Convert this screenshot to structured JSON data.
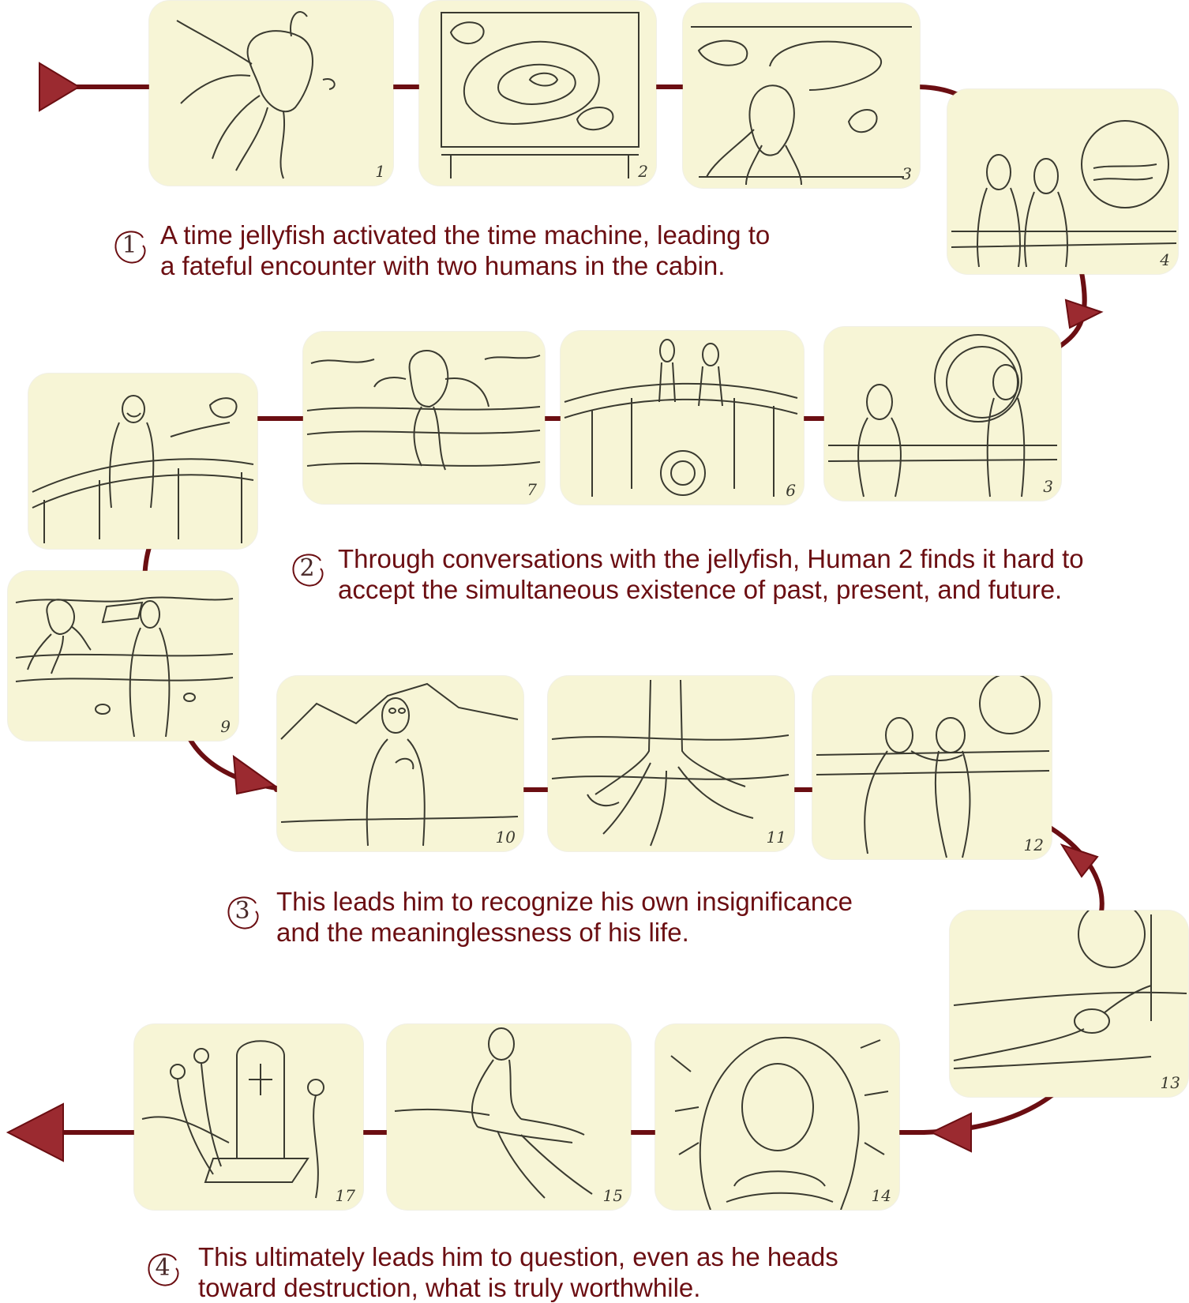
{
  "colors": {
    "flow_line": "#6b0e12",
    "arrow": "#9b2a30",
    "panel_bg": "#f7f5d6",
    "caption": "#6b0e12"
  },
  "panels": [
    {
      "number": "1",
      "scene": "jellyfish"
    },
    {
      "number": "2",
      "scene": "map"
    },
    {
      "number": "3",
      "scene": "map-jellyfish"
    },
    {
      "number": "4",
      "scene": "two-humans-cabin"
    },
    {
      "number": "3",
      "scene": "human-porthole"
    },
    {
      "number": "6",
      "scene": "ship-deck"
    },
    {
      "number": "7",
      "scene": "jellyfish-sea"
    },
    {
      "number": "",
      "scene": "human-railing"
    },
    {
      "number": "9",
      "scene": "human-beach"
    },
    {
      "number": "10",
      "scene": "human-mountains"
    },
    {
      "number": "11",
      "scene": "tree-roots"
    },
    {
      "number": "12",
      "scene": "humans-struggle"
    },
    {
      "number": "13",
      "scene": "lying-human"
    },
    {
      "number": "14",
      "scene": "radiant-figure"
    },
    {
      "number": "15",
      "scene": "seated-figure"
    },
    {
      "number": "17",
      "scene": "grave-flowers"
    }
  ],
  "captions": [
    {
      "badge": "1",
      "line1": "A time jellyfish activated the time machine, leading to",
      "line2": "a fateful encounter with two humans in the cabin."
    },
    {
      "badge": "2",
      "line1": "Through conversations with the jellyfish, Human 2 finds it hard to",
      "line2": "accept the simultaneous existence of past, present, and future."
    },
    {
      "badge": "3",
      "line1": "This leads him to recognize his own insignificance",
      "line2": "and the meaninglessness of his life."
    },
    {
      "badge": "4",
      "line1": "This ultimately leads him to question, even as he heads",
      "line2": "toward destruction, what is truly worthwhile."
    }
  ]
}
